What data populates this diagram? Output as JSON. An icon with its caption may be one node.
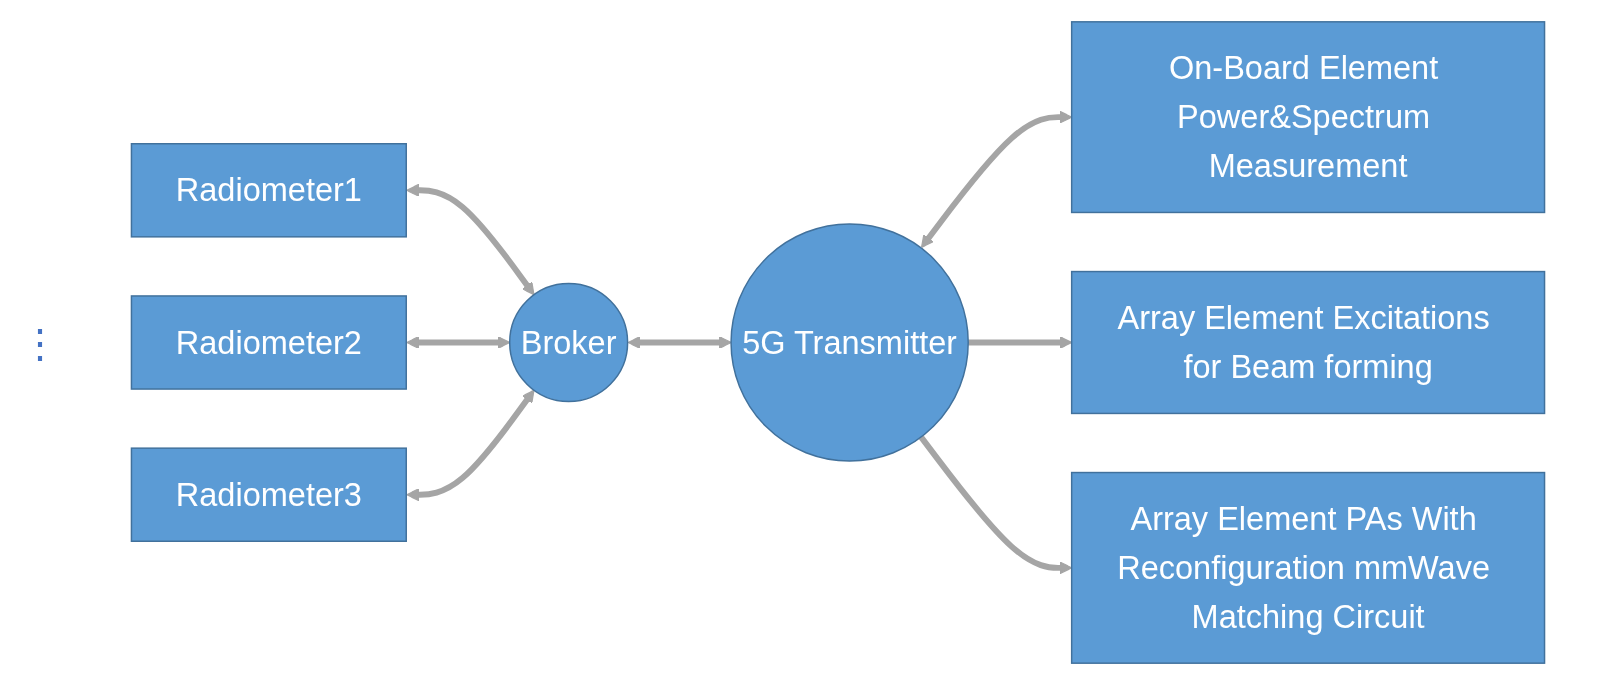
{
  "diagram": {
    "nodes": [
      {
        "text": [
          "Radiometer1"
        ]
      },
      {
        "text": [
          "Radiometer2"
        ]
      },
      {
        "text": [
          "Radiometer3"
        ]
      },
      {
        "text": [
          "Broker"
        ]
      },
      {
        "text": [
          "5G Transmitter"
        ]
      },
      {
        "text": [
          "On-Board Element Power&Spectrum Measurement"
        ]
      },
      {
        "text": [
          "Array Element Excitations for Beam forming"
        ]
      },
      {
        "text": [
          "Array Element PAs With Reconfiguration mmWave Matching Circuit"
        ]
      }
    ],
    "edges": [
      {
        "from": 0,
        "to": 3,
        "arrow": "both"
      },
      {
        "from": 1,
        "to": 3,
        "arrow": "both"
      },
      {
        "from": 2,
        "to": 3,
        "arrow": "both"
      },
      {
        "from": 3,
        "to": 4,
        "arrow": "both"
      },
      {
        "from": 4,
        "to": 5,
        "arrow": "both"
      },
      {
        "from": 4,
        "to": 6,
        "arrow": "to"
      },
      {
        "from": 4,
        "to": 7,
        "arrow": "to"
      }
    ],
    "labels": [
      "⋮"
    ]
  }
}
